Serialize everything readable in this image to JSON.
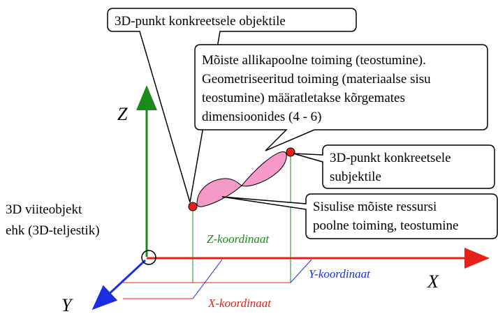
{
  "axes": {
    "z_label": "Z",
    "x_label": "X",
    "y_label": "Y",
    "z_color": "#1a8a1a",
    "x_color": "#e8201a",
    "y_color": "#1a2ee0"
  },
  "reference_object": {
    "line1": "3D viiteobjekt",
    "line2": "ehk (3D-teljestik)"
  },
  "coordinate_labels": {
    "z": "Z-koordinaat",
    "y": "Y-koordinaat",
    "x": "X-koordinaat"
  },
  "callouts": {
    "object_point": [
      "3D-punkt konkreetsele objektile"
    ],
    "action_description": [
      "Mõiste allikapoolne toiming (teostumine).",
      "Geometriseeritud toiming (materiaalse sisu",
      "teostumine) määratletakse kõrgemates",
      "dimensioonides (4 - 6)"
    ],
    "subject_point": [
      "3D-punkt konkreetsele",
      "subjektile"
    ],
    "resource_action": [
      "Sisulise mõiste ressursi",
      "poolne toiming, teostumine"
    ]
  },
  "colors": {
    "point_fill": "#e8201a",
    "lobe_fill": "#f59ac8",
    "line": "#000000"
  }
}
